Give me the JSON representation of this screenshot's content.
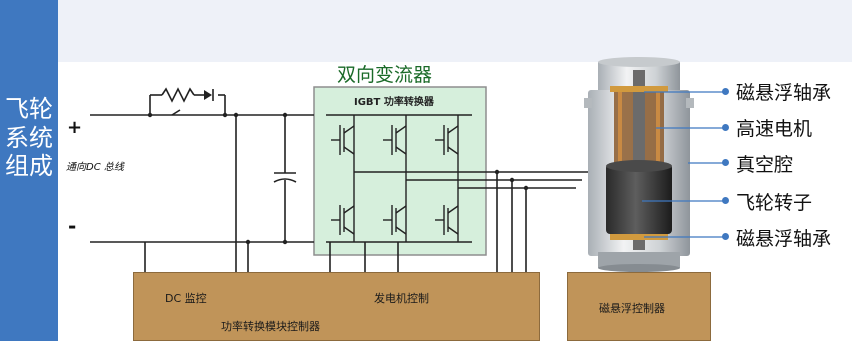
{
  "side_title": "飞轮系统组成",
  "converter_title": "双向变流器",
  "igbt_label": "IGBT 功率转换器",
  "bus_label": "通向DC 总线",
  "plus": "+",
  "minus": "-",
  "dc_monitor": "DC 监控",
  "generator_control": "发电机控制",
  "module_controller": "功率转换模块控制器",
  "maglev_controller": "磁悬浮控制器",
  "components": [
    "磁悬浮轴承",
    "高速电机",
    "真空腔",
    "飞轮转子",
    "磁悬浮轴承"
  ],
  "colors": {
    "sidebar": "#3f78c0",
    "controller_box": "#c09459",
    "converter_fill": "#d6efdc",
    "dot": "#3f78c0"
  }
}
